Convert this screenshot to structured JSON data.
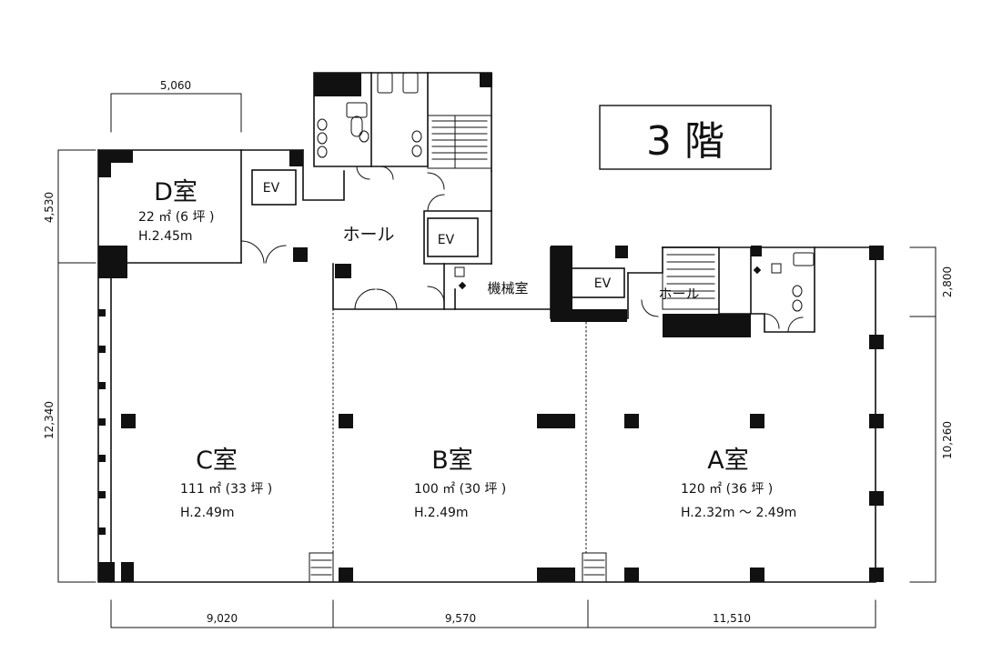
{
  "floor_label": "3 階",
  "dimensions": {
    "top_d_width": "5,060",
    "left_d_height": "4,530",
    "left_main_height": "12,340",
    "right_a_top": "2,800",
    "right_a_main": "10,260",
    "bottom_c": "9,020",
    "bottom_b": "9,570",
    "bottom_a": "11,510"
  },
  "rooms": {
    "d": {
      "name": "D室",
      "area": "22 ㎡ (6 坪 )",
      "height": "H.2.45m"
    },
    "c": {
      "name": "C室",
      "area": "111 ㎡ (33 坪 )",
      "height": "H.2.49m"
    },
    "b": {
      "name": "B室",
      "area": "100 ㎡ (30 坪 )",
      "height": "H.2.49m"
    },
    "a": {
      "name": "A室",
      "area": "120 ㎡ (36 坪 )",
      "height": "H.2.32m 〜 2.49m"
    }
  },
  "labels": {
    "hall": "ホール",
    "hall_small": "ホール",
    "machine_room": "機械室",
    "ev": "EV"
  }
}
